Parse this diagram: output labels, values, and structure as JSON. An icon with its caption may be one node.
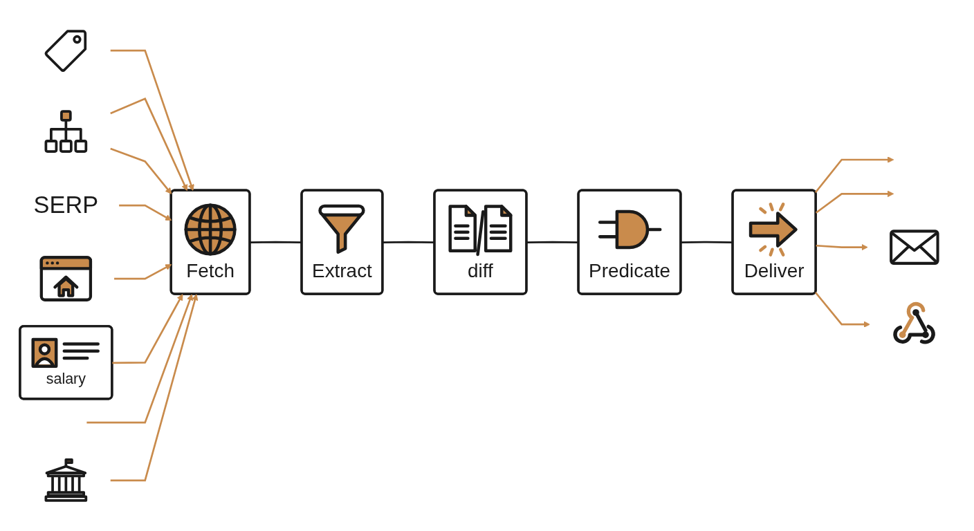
{
  "diagram": {
    "nodes": [
      {
        "text": [],
        "shape": "picture"
      },
      {
        "text": [],
        "shape": "picture"
      },
      {
        "text": [
          "Fetch"
        ]
      },
      {
        "text": [
          "Extract"
        ]
      },
      {
        "text": [
          "diff"
        ]
      },
      {
        "text": [
          "Predicate"
        ]
      },
      {
        "text": [
          "Deliver"
        ]
      },
      {
        "text": [],
        "shape": "picture"
      },
      {
        "text": [],
        "shape": "picture"
      },
      {
        "text": [
          "SERP"
        ]
      },
      {
        "text": [],
        "shape": "picture"
      },
      {
        "text": [
          "salary"
        ]
      },
      {
        "text": [],
        "shape": "picture"
      }
    ],
    "edges": [
      {
        "from": 2,
        "to": 3,
        "arrow": "none",
        "color": "#1a1a1a"
      },
      {
        "from": 3,
        "to": 4,
        "arrow": "none",
        "color": "#1a1a1a"
      },
      {
        "from": 4,
        "to": 5,
        "arrow": "none",
        "color": "#1a1a1a"
      },
      {
        "from": 5,
        "to": 6,
        "arrow": "none",
        "color": "#1a1a1a"
      },
      {
        "from": 6,
        "to": null,
        "arrow": "to"
      },
      {
        "from": 6,
        "to": null,
        "arrow": "to"
      },
      {
        "from": 6,
        "to": 0,
        "arrow": "to"
      },
      {
        "from": 6,
        "to": 1,
        "arrow": "to"
      },
      {
        "from": 7,
        "to": 2,
        "arrow": "to"
      },
      {
        "from": 8,
        "to": 2,
        "arrow": "to"
      },
      {
        "from": 8,
        "to": 2,
        "arrow": "to"
      },
      {
        "from": 9,
        "to": 2,
        "arrow": "to"
      },
      {
        "from": 10,
        "to": 2,
        "arrow": "to"
      },
      {
        "from": 11,
        "to": 2,
        "arrow": "to"
      },
      {
        "from": null,
        "to": 2,
        "arrow": "to"
      },
      {
        "from": 12,
        "to": 2,
        "arrow": "to"
      }
    ]
  }
}
